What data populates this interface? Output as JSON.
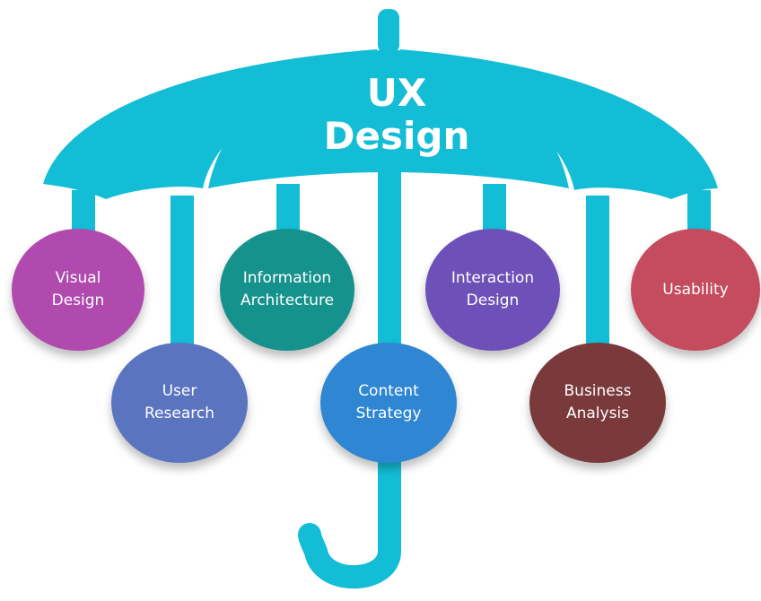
{
  "title": {
    "line1": "UX",
    "line2": "Design"
  },
  "colors": {
    "umbrella": "#13BDD6",
    "visual_design": "#B04AAE",
    "user_research": "#5B74C0",
    "information_architecture": "#15928B",
    "content_strategy": "#2F86D3",
    "interaction_design": "#6E51B8",
    "business_analysis": "#7A3A3B",
    "usability": "#C54B5E"
  },
  "nodes": [
    {
      "id": "visual-design",
      "line1": "Visual",
      "line2": "Design"
    },
    {
      "id": "user-research",
      "line1": "User",
      "line2": "Research"
    },
    {
      "id": "information-architecture",
      "line1": "Information",
      "line2": "Architecture"
    },
    {
      "id": "content-strategy",
      "line1": "Content",
      "line2": "Strategy"
    },
    {
      "id": "interaction-design",
      "line1": "Interaction",
      "line2": "Design"
    },
    {
      "id": "business-analysis",
      "line1": "Business",
      "line2": "Analysis"
    },
    {
      "id": "usability",
      "line1": "Usability",
      "line2": ""
    }
  ]
}
